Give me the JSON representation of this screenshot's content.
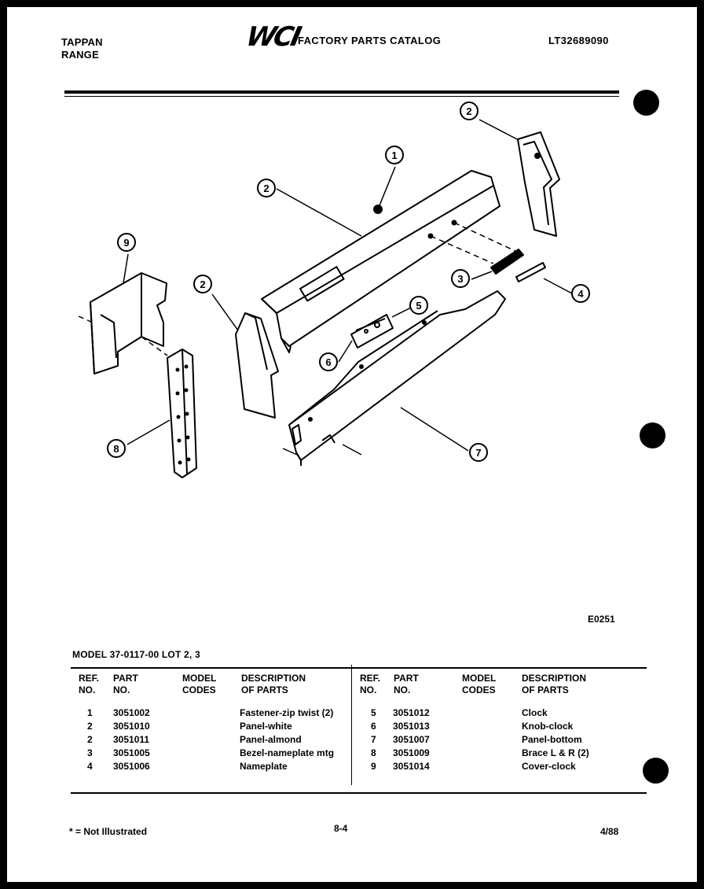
{
  "header": {
    "brand_line1": "TAPPAN",
    "brand_line2": "RANGE",
    "logo": "WCI",
    "title": "FACTORY PARTS CATALOG",
    "catalog_code": "LT32689090"
  },
  "diagram": {
    "code": "E0251",
    "callouts": [
      "1",
      "2",
      "2",
      "2",
      "3",
      "4",
      "5",
      "6",
      "7",
      "8",
      "9"
    ]
  },
  "parts_table": {
    "model_line": "MODEL 37-0117-00 LOT 2, 3",
    "headers": {
      "ref_no": "REF.\nNO.",
      "part_no": "PART\nNO.",
      "model_codes": "MODEL\nCODES",
      "description": "DESCRIPTION\nOF PARTS"
    },
    "left_rows": [
      {
        "ref": "1",
        "part": "3051002",
        "codes": "",
        "desc": "Fastener-zip twist (2)"
      },
      {
        "ref": "2",
        "part": "3051010",
        "codes": "",
        "desc": "Panel-white"
      },
      {
        "ref": "2",
        "part": "3051011",
        "codes": "",
        "desc": "Panel-almond"
      },
      {
        "ref": "3",
        "part": "3051005",
        "codes": "",
        "desc": "Bezel-nameplate mtg"
      },
      {
        "ref": "4",
        "part": "3051006",
        "codes": "",
        "desc": "Nameplate"
      }
    ],
    "right_rows": [
      {
        "ref": "5",
        "part": "3051012",
        "codes": "",
        "desc": "Clock"
      },
      {
        "ref": "6",
        "part": "3051013",
        "codes": "",
        "desc": "Knob-clock"
      },
      {
        "ref": "7",
        "part": "3051007",
        "codes": "",
        "desc": "Panel-bottom"
      },
      {
        "ref": "8",
        "part": "3051009",
        "codes": "",
        "desc": "Brace L & R (2)"
      },
      {
        "ref": "9",
        "part": "3051014",
        "codes": "",
        "desc": "Cover-clock"
      }
    ]
  },
  "footer": {
    "footnote": "* = Not Illustrated",
    "page": "8-4",
    "date": "4/88"
  }
}
